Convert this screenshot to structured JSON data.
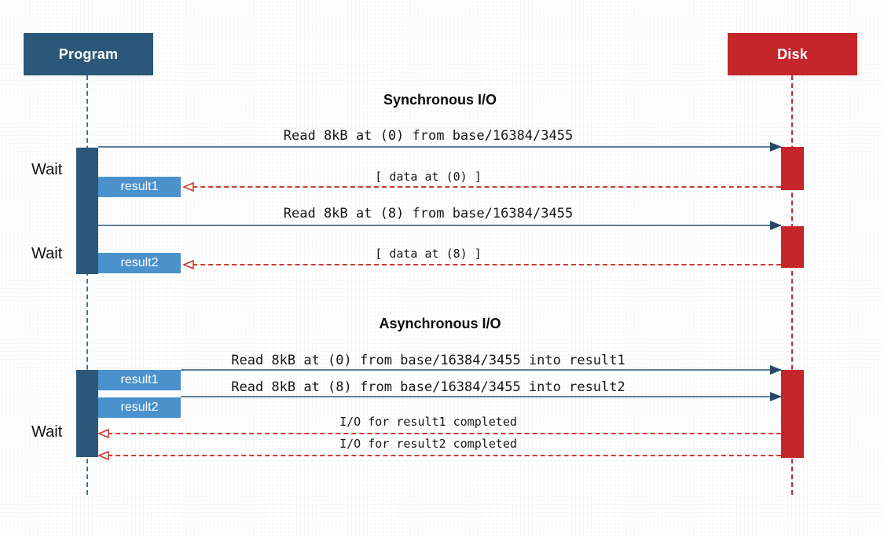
{
  "actors": {
    "program": "Program",
    "disk": "Disk"
  },
  "labels": {
    "wait": "Wait"
  },
  "sync": {
    "title": "Synchronous I/O",
    "read1": "Read 8kB at (0) from base/16384/3455",
    "return1": "[ data at (0) ]",
    "read2": "Read 8kB at (8) from base/16384/3455",
    "return2": "[ data at (8) ]",
    "result1": "result1",
    "result2": "result2"
  },
  "asyncio": {
    "title": "Asynchronous I/O",
    "read1": "Read 8kB at (0) from base/16384/3455 into result1",
    "read2": "Read 8kB at (8) from base/16384/3455 into result2",
    "done1": "I/O for result1 completed",
    "done2": "I/O for result2 completed",
    "result1": "result1",
    "result2": "result2"
  },
  "colors": {
    "program_fill": "#2b5878",
    "program_line": "#4a6e8f",
    "disk_fill": "#c5262c",
    "result_fill": "#4b92cc",
    "request_line": "#5d7f9c",
    "request_head": "#24476a",
    "return_line": "#cd3a31"
  }
}
